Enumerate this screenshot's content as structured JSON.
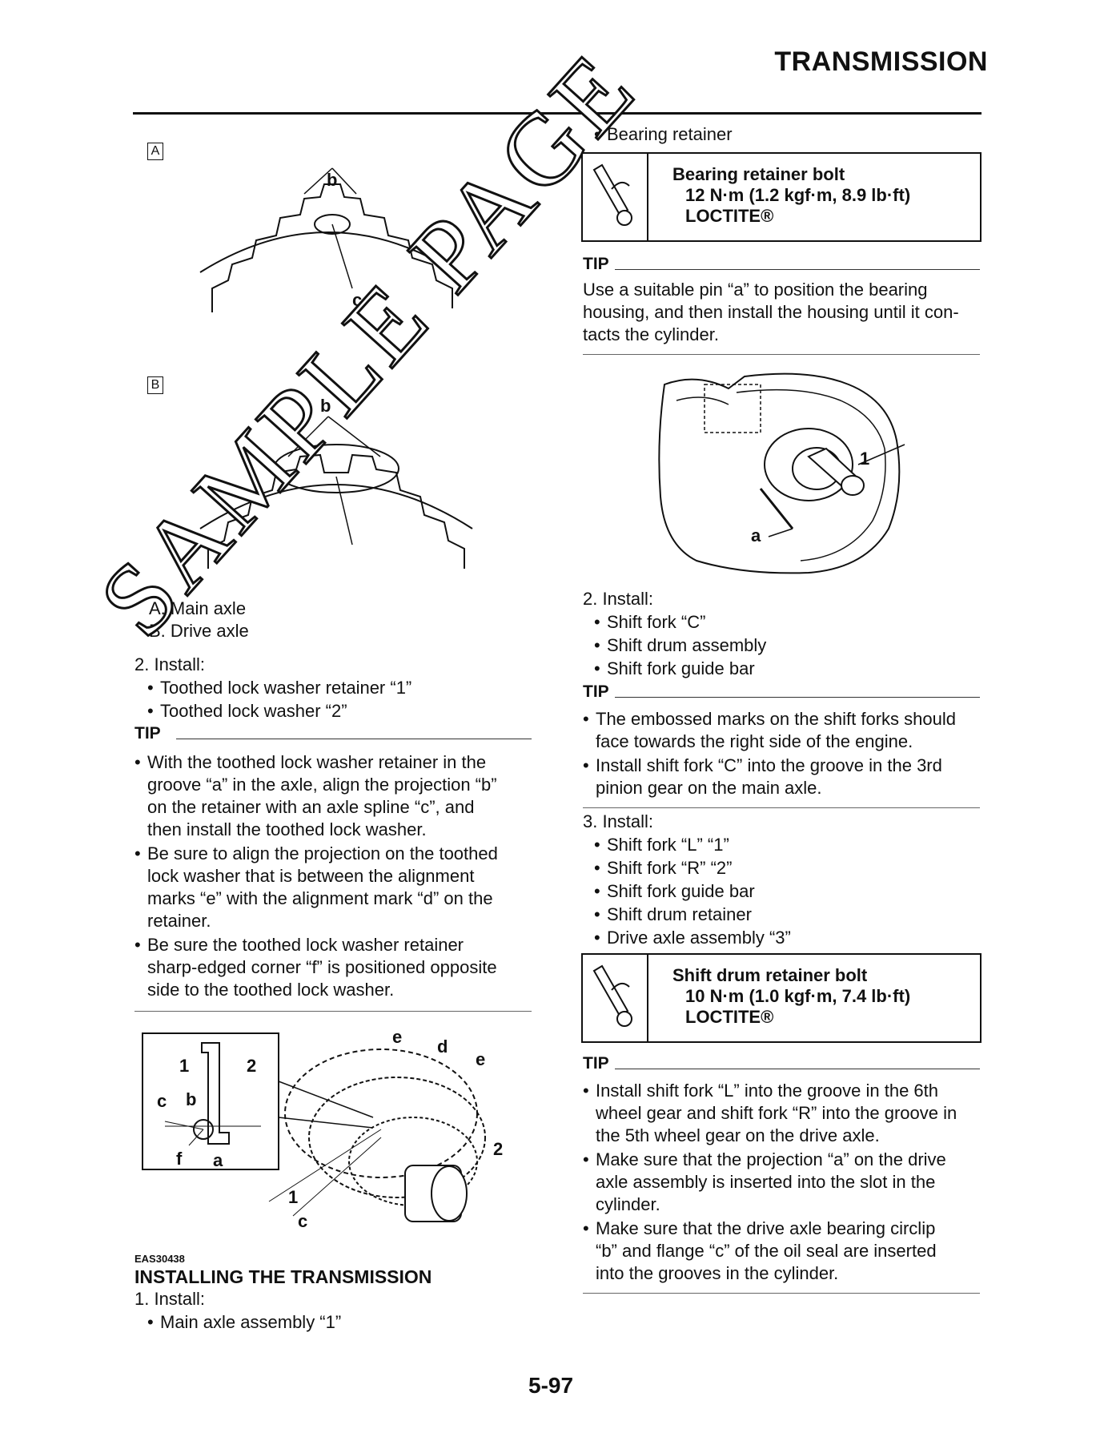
{
  "header": {
    "title": "TRANSMISSION"
  },
  "left": {
    "figA": {
      "tag": "A",
      "label_b": "b",
      "label_c": "c"
    },
    "figB": {
      "tag": "B",
      "label_b": "b"
    },
    "legend": [
      "A.  Main axle",
      "B.  Drive axle"
    ],
    "step2": {
      "title": "2.  Install:",
      "items": [
        "Toothed lock washer retainer “1”",
        "Toothed lock washer “2”"
      ]
    },
    "tip1": {
      "label": "TIP",
      "bullets": [
        [
          "With the toothed lock washer retainer in the",
          "groove “a” in the axle, align the projection “b”",
          "on the retainer with an axle spline “c”, and",
          "then install the toothed lock washer."
        ],
        [
          "Be sure to align the projection on the toothed",
          "lock washer that is between the alignment",
          "marks “e” with the alignment mark “d” on the",
          "retainer."
        ],
        [
          "Be sure the toothed lock washer retainer",
          "sharp-edged corner “f” is positioned opposite",
          "side to the toothed lock washer."
        ]
      ]
    },
    "fig3": {
      "labels": {
        "1a": "1",
        "2a": "2",
        "c": "c",
        "b": "b",
        "f": "f",
        "a": "a",
        "e1": "e",
        "d": "d",
        "e2": "e",
        "2b": "2",
        "1b": "1",
        "c2": "c"
      }
    },
    "code": "EAS30438",
    "section_title": "INSTALLING THE TRANSMISSION",
    "step1": {
      "title": "1.  Install:",
      "items": [
        "Main axle assembly “1”"
      ]
    }
  },
  "right": {
    "top_item": "Bearing retainer",
    "box1": {
      "title": "Bearing retainer bolt",
      "line1": "12 N·m (1.2 kgf·m, 8.9 lb·ft)",
      "line2": "LOCTITE®"
    },
    "tip2": {
      "label": "TIP",
      "lines": [
        "Use a suitable pin “a” to position the bearing",
        "housing, and then install the housing until it con-",
        "tacts the cylinder."
      ]
    },
    "fig4": {
      "label_1": "1",
      "label_a": "a"
    },
    "step2": {
      "title": "2.  Install:",
      "items": [
        "Shift fork “C”",
        "Shift drum assembly",
        "Shift fork guide bar"
      ]
    },
    "tip3": {
      "label": "TIP",
      "bullets": [
        [
          "The embossed marks on the shift forks should",
          "face towards the right side of the engine."
        ],
        [
          "Install shift fork “C” into the groove in the 3rd",
          "pinion gear on the main axle."
        ]
      ]
    },
    "step3": {
      "title": "3.  Install:",
      "items": [
        "Shift fork “L” “1”",
        "Shift fork “R” “2”",
        "Shift fork guide bar",
        "Shift drum retainer",
        "Drive axle assembly “3”"
      ]
    },
    "box2": {
      "title": "Shift drum retainer bolt",
      "line1": "10 N·m (1.0 kgf·m, 7.4 lb·ft)",
      "line2": "LOCTITE®"
    },
    "tip4": {
      "label": "TIP",
      "bullets": [
        [
          "Install shift fork “L” into the groove in the 6th",
          "wheel gear and shift fork “R” into the groove in",
          "the 5th wheel gear on the drive axle."
        ],
        [
          "Make sure that the projection “a” on the drive",
          "axle assembly is inserted into the slot in the",
          "cylinder."
        ],
        [
          "Make sure that the drive axle bearing circlip",
          "“b” and flange “c” of the oil seal are inserted",
          "into the grooves in the cylinder."
        ]
      ]
    }
  },
  "watermark": "SAMPLE PAGE",
  "page_number": "5-97"
}
